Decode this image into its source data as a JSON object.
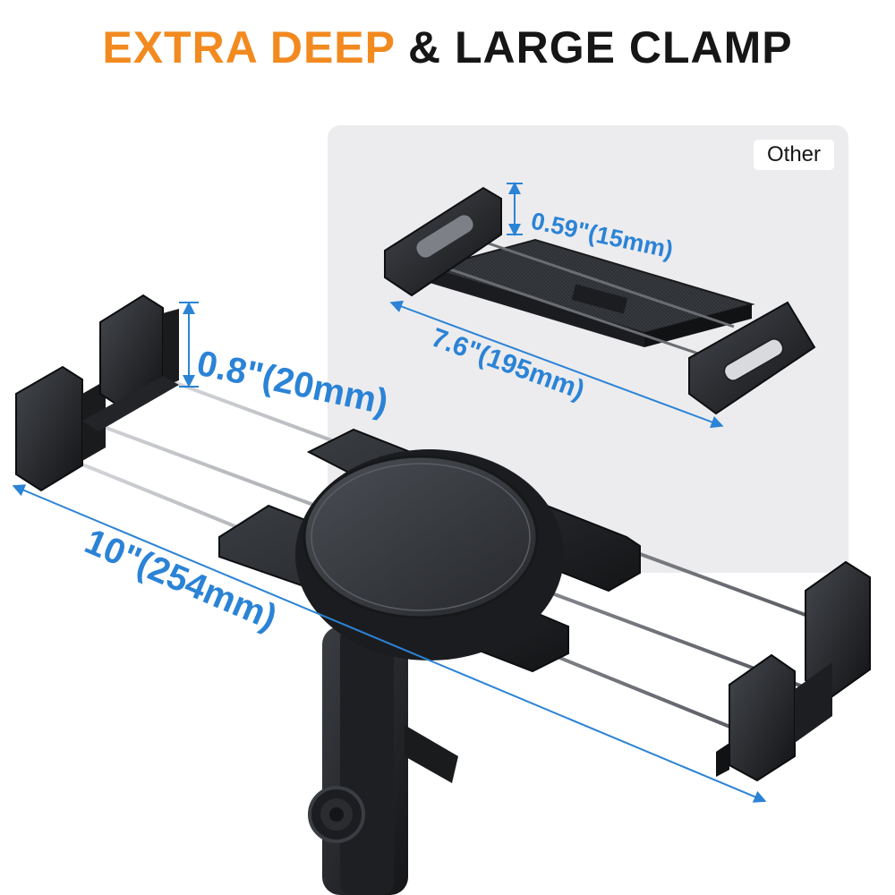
{
  "headline": {
    "accent": "EXTRA DEEP",
    "rest": "& LARGE CLAMP"
  },
  "inset": {
    "badge": "Other",
    "depth_label": "0.59\"(15mm)",
    "width_label": "7.6\"(195mm)"
  },
  "main_clamp": {
    "depth_label": "0.8\"(20mm)",
    "width_label": "10\"(254mm)"
  },
  "colors": {
    "accent": "#f28a1f",
    "dimension": "#2b83d6",
    "text": "#161616",
    "panel": "#ececee"
  }
}
